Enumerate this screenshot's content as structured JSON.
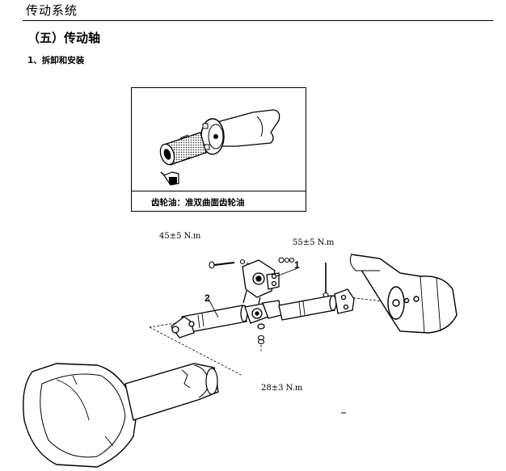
{
  "header": {
    "title": "传动系统"
  },
  "section": {
    "title": "（五）传动轴"
  },
  "subsection": {
    "title": "1、拆卸和安装"
  },
  "inset_figure": {
    "caption": "齿轮油：准双曲面齿轮油"
  },
  "diagram": {
    "torque_labels": [
      "45±5 N.m",
      "55±5 N.m",
      "28±3 N.m"
    ],
    "part_numbers": [
      "1",
      "2"
    ]
  }
}
